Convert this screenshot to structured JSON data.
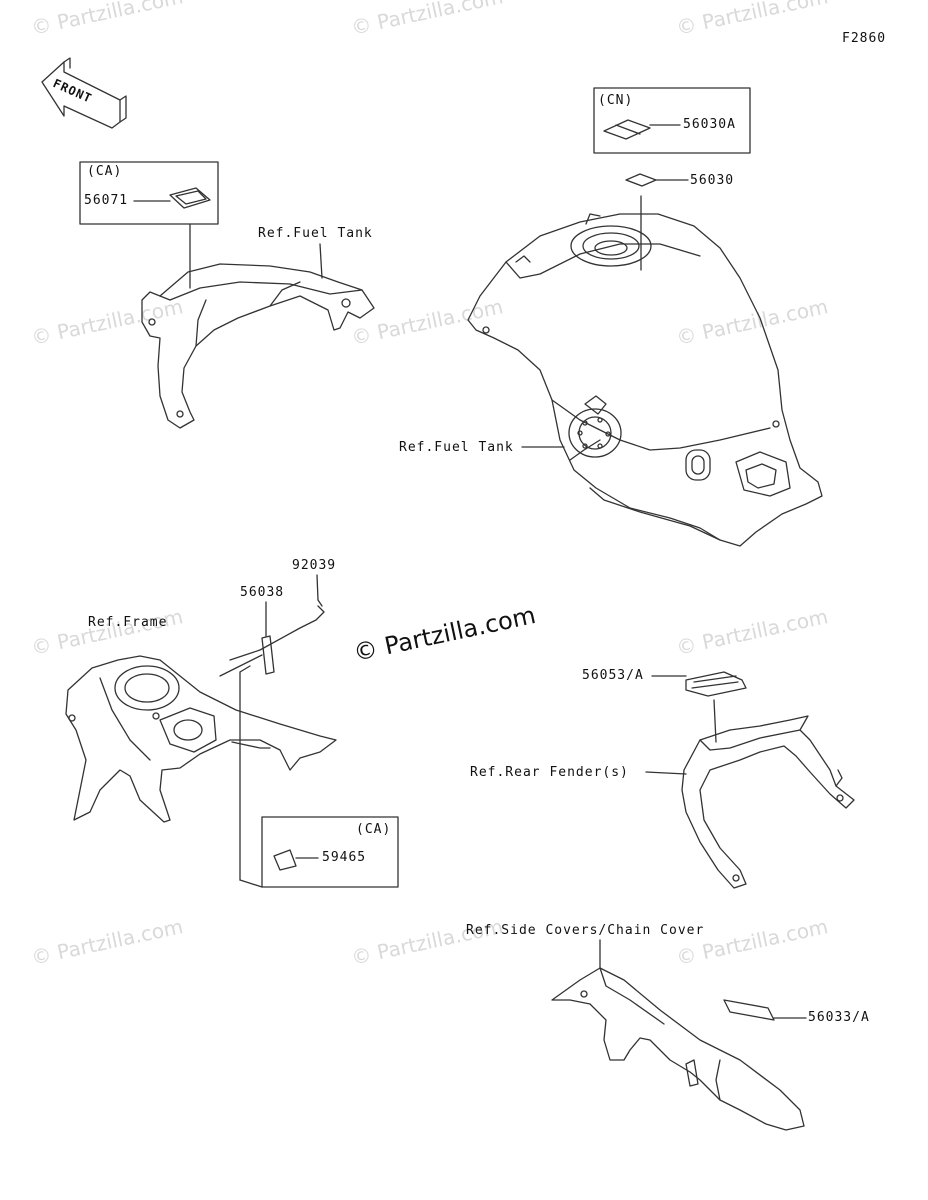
{
  "diagram_code": "F2860",
  "watermark_small": "© Partzilla.com",
  "watermark_main": "© Partzilla.com",
  "front_label": "FRONT",
  "colors": {
    "line": "#333333",
    "watermark": "#d9d9d9"
  },
  "parts": {
    "p56071": "56071",
    "p56030A": "56030A",
    "p56030": "56030",
    "p92039": "92039",
    "p56038": "56038",
    "p59465": "59465",
    "p56053": "56053/A",
    "p56033": "56033/A"
  },
  "region_codes": {
    "ca1": "(CA)",
    "cn": "(CN)",
    "ca2": "(CA)"
  },
  "refs": {
    "fuel_tank_1": "Ref.Fuel Tank",
    "fuel_tank_2": "Ref.Fuel Tank",
    "frame": "Ref.Frame",
    "rear_fender": "Ref.Rear Fender(s)",
    "side_covers": "Ref.Side Covers/Chain Cover"
  }
}
